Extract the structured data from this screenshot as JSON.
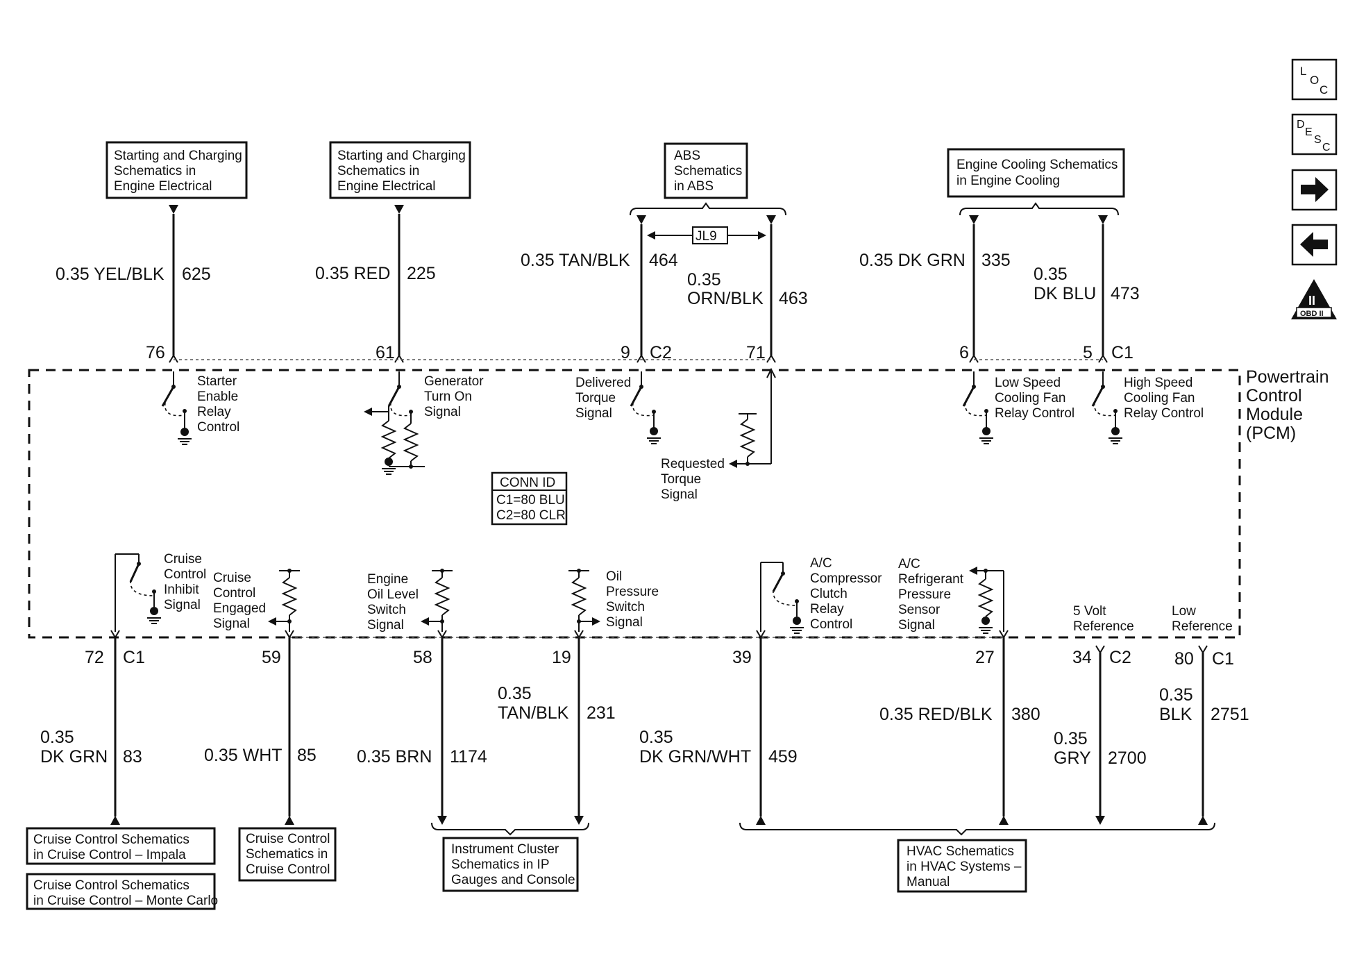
{
  "ref_boxes": {
    "starting_1": [
      "Starting and Charging",
      "Schematics in",
      "Engine Electrical"
    ],
    "starting_2": [
      "Starting and Charging",
      "Schematics in",
      "Engine Electrical"
    ],
    "abs": [
      "ABS",
      "Schematics",
      "in ABS"
    ],
    "cooling": [
      "Engine Cooling Schematics",
      "in Engine Cooling"
    ],
    "cruise_impala": [
      "Cruise Control Schematics",
      "in Cruise Control – Impala"
    ],
    "cruise_monte": [
      "Cruise Control Schematics",
      "in Cruise Control – Monte Carlo"
    ],
    "cruise_2": [
      "Cruise Control",
      "Schematics in",
      "Cruise Control"
    ],
    "instrument": [
      "Instrument Cluster",
      "Schematics in IP",
      "Gauges and Console"
    ],
    "hvac": [
      "HVAC Schematics",
      "in HVAC Systems –",
      "Manual"
    ]
  },
  "top_wires": [
    {
      "size_color": [
        "0.35 YEL/BLK"
      ],
      "circuit": "625",
      "pin": "76",
      "connector": ""
    },
    {
      "size_color": [
        "0.35 RED"
      ],
      "circuit": "225",
      "pin": "61",
      "connector": ""
    },
    {
      "size_color": [
        "0.35 TAN/BLK"
      ],
      "circuit": "464",
      "pin": "9",
      "connector": "C2"
    },
    {
      "size_color": [
        "0.35",
        "ORN/BLK"
      ],
      "circuit": "463",
      "pin": "71",
      "connector": ""
    },
    {
      "size_color": [
        "0.35 DK GRN"
      ],
      "circuit": "335",
      "pin": "6",
      "connector": ""
    },
    {
      "size_color": [
        "0.35",
        "DK BLU"
      ],
      "circuit": "473",
      "pin": "5",
      "connector": "C1"
    }
  ],
  "bottom_wires": [
    {
      "size_color": [
        "0.35",
        "DK GRN"
      ],
      "circuit": "83",
      "pin": "72",
      "connector": "C1"
    },
    {
      "size_color": [
        "0.35 WHT"
      ],
      "circuit": "85",
      "pin": "59",
      "connector": ""
    },
    {
      "size_color": [
        "0.35 BRN"
      ],
      "circuit": "1174",
      "pin": "58",
      "connector": ""
    },
    {
      "size_color": [
        "0.35",
        "TAN/BLK"
      ],
      "circuit": "231",
      "pin": "19",
      "connector": ""
    },
    {
      "size_color": [
        "0.35",
        "DK GRN/WHT"
      ],
      "circuit": "459",
      "pin": "39",
      "connector": ""
    },
    {
      "size_color": [
        "0.35 RED/BLK"
      ],
      "circuit": "380",
      "pin": "27",
      "connector": ""
    },
    {
      "size_color": [
        "0.35",
        "GRY"
      ],
      "circuit": "2700",
      "pin": "34",
      "connector": "C2"
    },
    {
      "size_color": [
        "0.35",
        "BLK"
      ],
      "circuit": "2751",
      "pin": "80",
      "connector": "C1"
    }
  ],
  "splice": "JL9",
  "module_name": [
    "Powertrain",
    "Control",
    "Module",
    "(PCM)"
  ],
  "conn_id": {
    "title": "CONN ID",
    "lines": [
      "C1=80 BLU",
      "C2=80 CLR"
    ]
  },
  "internal_labels": {
    "starter": [
      "Starter",
      "Enable",
      "Relay",
      "Control"
    ],
    "generator": [
      "Generator",
      "Turn On",
      "Signal"
    ],
    "delivered": [
      "Delivered",
      "Torque",
      "Signal"
    ],
    "requested": [
      "Requested",
      "Torque",
      "Signal"
    ],
    "low_fan": [
      "Low Speed",
      "Cooling Fan",
      "Relay Control"
    ],
    "high_fan": [
      "High Speed",
      "Cooling Fan",
      "Relay Control"
    ],
    "cruise_inhibit": [
      "Cruise",
      "Control",
      "Inhibit",
      "Signal"
    ],
    "cruise_engaged": [
      "Cruise",
      "Control",
      "Engaged",
      "Signal"
    ],
    "oil_level": [
      "Engine",
      "Oil Level",
      "Switch",
      "Signal"
    ],
    "oil_pressure": [
      "Oil",
      "Pressure",
      "Switch",
      "Signal"
    ],
    "ac_clutch": [
      "A/C",
      "Compressor",
      "Clutch",
      "Relay",
      "Control"
    ],
    "ac_pressure": [
      "A/C",
      "Refrigerant",
      "Pressure",
      "Sensor",
      "Signal"
    ],
    "five_volt": [
      "5 Volt",
      "Reference"
    ],
    "low_ref": [
      "Low",
      "Reference"
    ]
  },
  "nav": {
    "loc": [
      "L",
      "O",
      "C"
    ],
    "desc": [
      "D",
      "E",
      "S",
      "C"
    ],
    "obd": "OBD II",
    "obd_mark": "II"
  },
  "icons": {
    "forward": "arrow-right-icon",
    "back": "arrow-left-icon"
  }
}
